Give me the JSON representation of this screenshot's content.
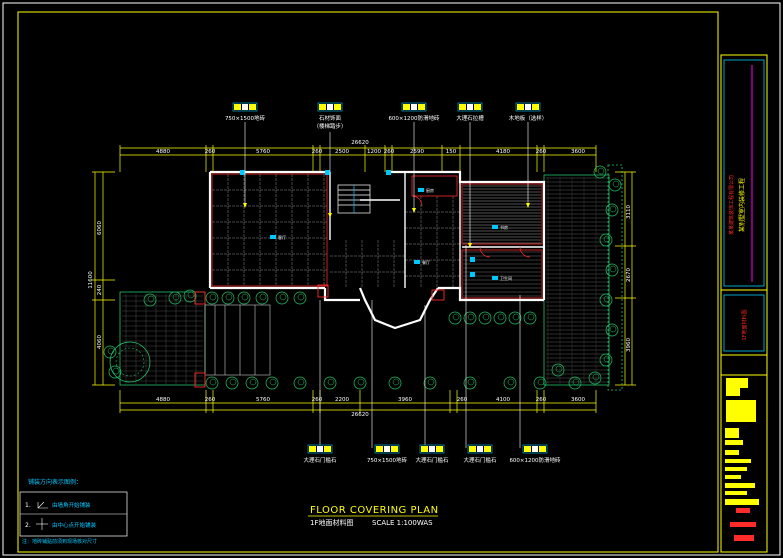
{
  "drawing": {
    "title_en": "FLOOR COVERING PLAN",
    "title_cn": "1F地面材料图",
    "scale": "SCALE 1:100WAS"
  },
  "top_callouts": [
    "750×1500地砖",
    "石材饰面",
    "（楼梯踏步）",
    "600×1200防滑地砖",
    "大理石拉槽",
    "木地板（选样）"
  ],
  "bottom_callouts": [
    "大理石门槛石",
    "750×1500地砖",
    "大理石门槛石",
    "大理石门槛石",
    "600×1200防滑地砖"
  ],
  "top_dims": {
    "total": "26620",
    "segments": [
      "4880",
      "260",
      "5760",
      "260",
      "2500",
      "1200",
      "260",
      "2590",
      "150",
      "4180",
      "260",
      "3600"
    ]
  },
  "bottom_dims": {
    "total": "26620",
    "segments": [
      "4880",
      "260",
      "5760",
      "260",
      "2200",
      "3960",
      "260",
      "4100",
      "260",
      "3600"
    ]
  },
  "left_dims": {
    "total": "11600",
    "segments": [
      "6060",
      "240",
      "4060"
    ]
  },
  "right_dims": {
    "segments": [
      "3110",
      "2670",
      "3960"
    ]
  },
  "room_labels": [
    "客厅",
    "餐厅",
    "厨房",
    "卫生间",
    "书房"
  ],
  "legend": {
    "heading": "铺装方向表示图例：",
    "item1": "由墙角开始铺装",
    "item2": "由中心点开始铺装",
    "note": "注：地砖铺贴前须到现场核对尺寸"
  },
  "title_block": {
    "project": "某别墅室内装修工程",
    "company": "某某建筑装饰工程有限公司",
    "sheet_name": "1F地面材料图"
  },
  "colors": {
    "background": "#000000",
    "wall": "#ffffff",
    "dim": "#ffff00",
    "grid": "#9a9a9a",
    "red": "#ff2a2a",
    "accent_cyan": "#00c8ff",
    "green": "#22c46a",
    "magenta": "#ff00ff"
  }
}
